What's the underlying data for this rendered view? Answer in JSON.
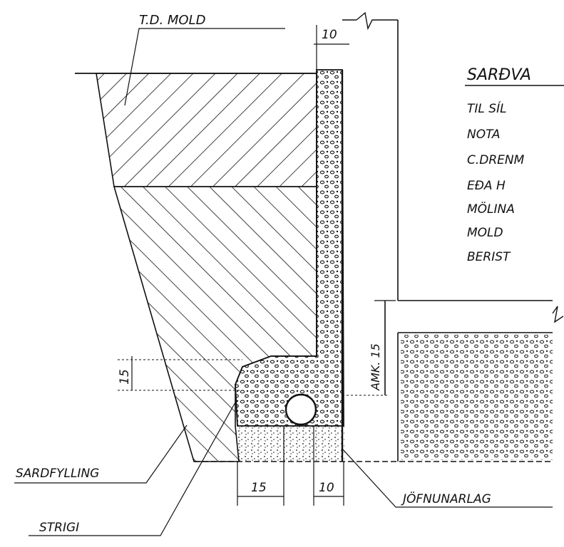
{
  "labels": {
    "top_mold": "T.D. MOLD",
    "dim_top": "10",
    "dim_left_15": "15",
    "dim_amk": "AMK. 15",
    "dim_bottom_15": "15",
    "dim_bottom_10": "10",
    "sardfylling": "SARDFYLLING",
    "strigi": "STRIGI",
    "jofnunarlag": "JÖFNUNARLAG"
  },
  "notes": {
    "title": "SARÐVA",
    "lines": [
      "TIL  SÍL",
      "NOTA",
      "C.DRENM",
      "EÐA   H",
      "MÖLINA",
      "MOLD",
      "BERIST"
    ]
  },
  "colors": {
    "ink": "#111111",
    "paper": "#ffffff"
  }
}
